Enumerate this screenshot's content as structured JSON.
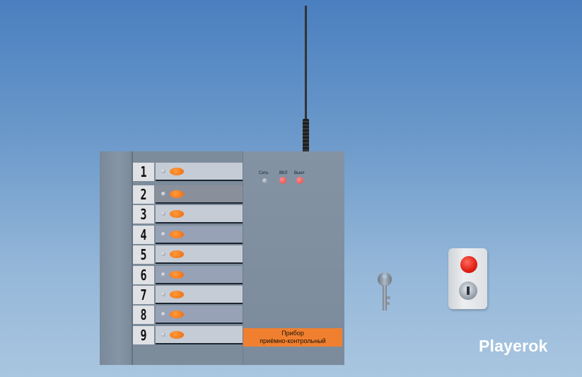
{
  "zones": [
    {
      "number": "1",
      "tone": "light"
    },
    {
      "number": "2",
      "tone": "dark"
    },
    {
      "number": "3",
      "tone": "light"
    },
    {
      "number": "4",
      "tone": "blue"
    },
    {
      "number": "5",
      "tone": "light"
    },
    {
      "number": "6",
      "tone": "blue"
    },
    {
      "number": "7",
      "tone": "light"
    },
    {
      "number": "8",
      "tone": "blue"
    },
    {
      "number": "9",
      "tone": "light"
    }
  ],
  "status": {
    "net_label": "Сеть",
    "on_label": "ВКЛ",
    "off_label": "Выкл"
  },
  "device_label": {
    "line1": "Прибор",
    "line2": "приёмно-контрольный"
  },
  "watermark": "Playerok",
  "colors": {
    "led_orange": "#f07020",
    "label_orange": "#f08030",
    "status_red": "#e04848",
    "button_red": "#e01e14"
  },
  "icons": [
    "antenna-icon",
    "key-icon",
    "red-button-icon",
    "lock-cylinder-icon"
  ]
}
